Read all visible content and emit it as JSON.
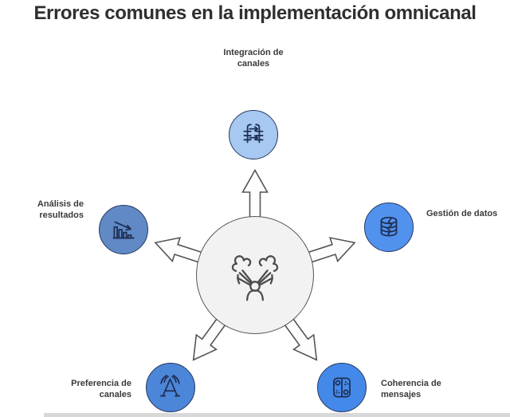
{
  "title": "Errores comunes en la implementación omnicanal",
  "colors": {
    "title_color": "#2f2f2f",
    "label_color": "#3a3a3a",
    "outline": "#555555",
    "center_fill": "#f2f2f2",
    "node_border": "#26395e",
    "icon_stroke": "#1f3054",
    "node_top": "#a6c8f1",
    "node_right": "#5292ef",
    "node_left": "#6189c5",
    "node_bottom_left": "#4c86d8",
    "node_bottom_right": "#4489e9"
  },
  "center": {
    "icon": "overwhelmed-person-icon"
  },
  "nodes": {
    "top": {
      "label": "Integración de\ncanales",
      "icon": "integration-tables-icon"
    },
    "right": {
      "label": "Gestión de datos",
      "icon": "cracked-database-icon"
    },
    "left": {
      "label": "Análisis de\nresultados",
      "icon": "declining-bar-chart-icon"
    },
    "bottom_left": {
      "label": "Preferencia de\ncanales",
      "icon": "antenna-signal-icon"
    },
    "bottom_right": {
      "label": "Coherencia de\nmensajes",
      "icon": "split-tile-dots-icon"
    }
  }
}
